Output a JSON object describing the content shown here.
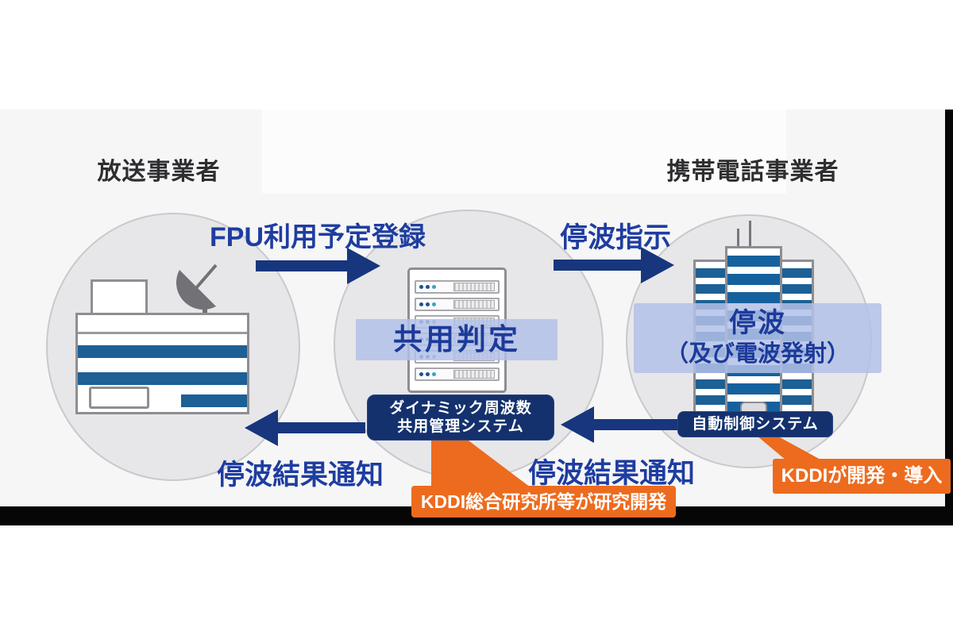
{
  "titles": {
    "broadcaster": "放送事業者",
    "mobile_operator": "携帯電話事業者"
  },
  "flows": {
    "register_label": "FPU利用予定登録",
    "stop_instruction_label": "停波指示",
    "result_notify_left_label": "停波結果通知",
    "result_notify_right_label": "停波結果通知"
  },
  "center": {
    "judgement_band_label": "共用判定",
    "system_name_line1": "ダイナミック周波数",
    "system_name_line2": "共用管理システム"
  },
  "right": {
    "band_line1": "停波",
    "band_line2": "（及び電波発射）",
    "control_system_label": "自動制御システム"
  },
  "callouts": {
    "center_dev": "KDDI総合研究所等が研究開発",
    "right_dev": "KDDIが開発・導入"
  },
  "colors": {
    "arrow_navy": "#17367d",
    "label_blue": "#1e3da0",
    "box_navy": "#14316e",
    "band_blue": "#b3c1e8",
    "building_stripe_blue": "#1c6096",
    "orange": "#ed6b1e",
    "circle_gray": "#e7e7e9",
    "bar_black": "#060606"
  }
}
